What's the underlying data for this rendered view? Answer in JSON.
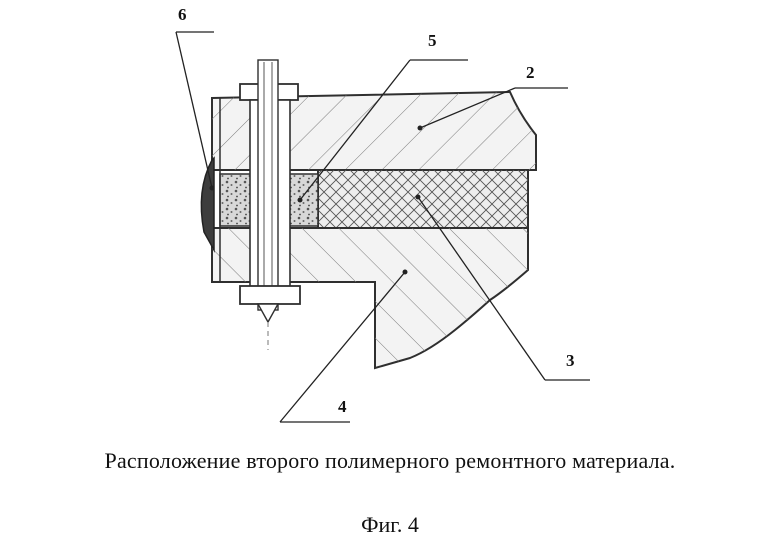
{
  "labels": {
    "l1": "2",
    "l2": "3",
    "l3": "4",
    "l4": "5",
    "l5": "6"
  },
  "caption": "Расположение второго полимерного ремонтного материала.",
  "figure_label": "Фиг. 4",
  "colors": {
    "line": "#2f2f2f",
    "part_fill": "#f4f4f4",
    "hatch": "#6e6e6e",
    "filler": "#c9c9c9",
    "seal": "#3d3d3d"
  }
}
